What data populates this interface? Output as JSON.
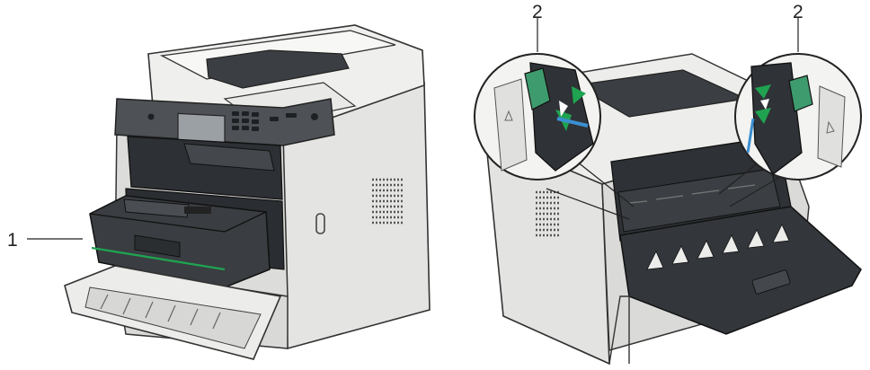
{
  "figure": {
    "callouts": [
      {
        "id": "toner",
        "label": "1"
      },
      {
        "id": "lever-left",
        "label": "2"
      },
      {
        "id": "lever-right",
        "label": "2"
      }
    ]
  },
  "colors": {
    "body": "#e6e6e4",
    "dark": "#2f3236",
    "panel": "#55595d",
    "accent": "#1fa351",
    "lever": "#3e9b6e"
  }
}
